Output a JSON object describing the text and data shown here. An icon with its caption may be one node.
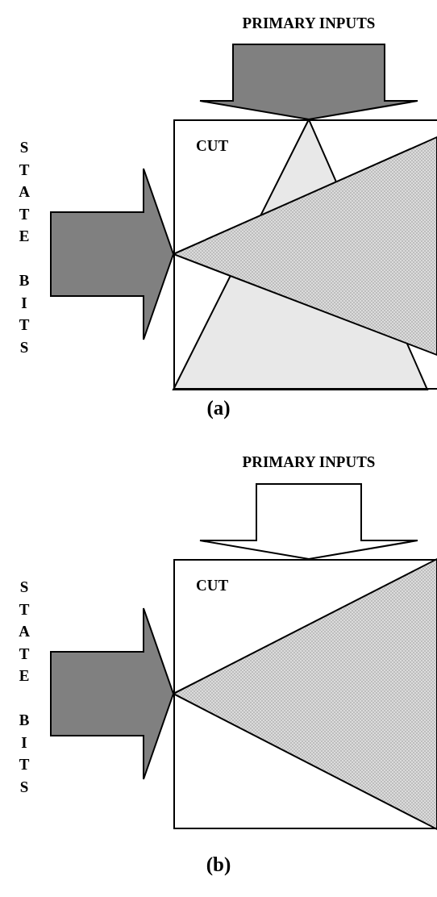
{
  "diagram": {
    "nodes": [
      {
        "text": [
          "CUT"
        ]
      },
      {
        "text": [
          "CUT"
        ]
      }
    ],
    "edges": [
      {
        "from": null,
        "to": 0,
        "arrow": "to",
        "style": "thick"
      },
      {
        "from": null,
        "to": 0,
        "arrow": "to",
        "style": "thick"
      },
      {
        "from": null,
        "to": 1,
        "arrow": "to",
        "style": "thick",
        "color": "#ffffff"
      },
      {
        "from": null,
        "to": 1,
        "arrow": "to",
        "style": "thick"
      }
    ],
    "labels": [
      "PRIMARY INPUTS",
      "STATE BITS",
      "(a)",
      "PRIMARY INPUTS",
      "STATE BITS",
      "(b)"
    ]
  }
}
